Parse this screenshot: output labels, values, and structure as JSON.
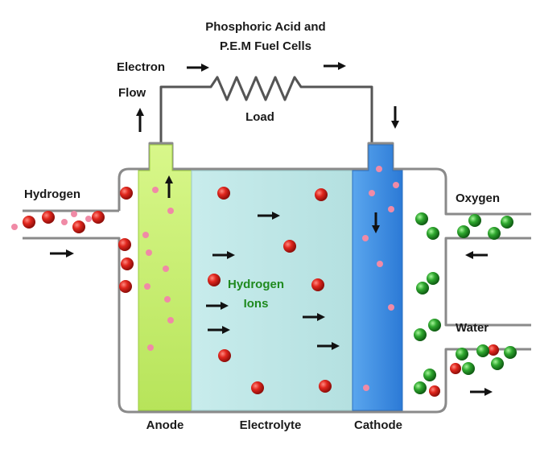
{
  "title_line1": "Phosphoric Acid and",
  "title_line2": "P.E.M Fuel Cells",
  "labels": {
    "electron": "Electron",
    "flow": "Flow",
    "load": "Load",
    "hydrogen": "Hydrogen",
    "oxygen": "Oxygen",
    "water": "Water",
    "hydrogen_ions_line1": "Hydrogen",
    "hydrogen_ions_line2": "Ions",
    "anode": "Anode",
    "electrolyte": "Electrolyte",
    "cathode": "Cathode"
  },
  "colors": {
    "anode": "#c8ef6a",
    "electrolyte": "#bfe6e6",
    "cathode": "#3f8ee0",
    "hydrogen_atom": "#e0261d",
    "oxygen_atom": "#2fa82f",
    "electron_dot": "#f08aa6",
    "outline": "#8a8a8a",
    "ion_text": "#1f8a1f"
  }
}
